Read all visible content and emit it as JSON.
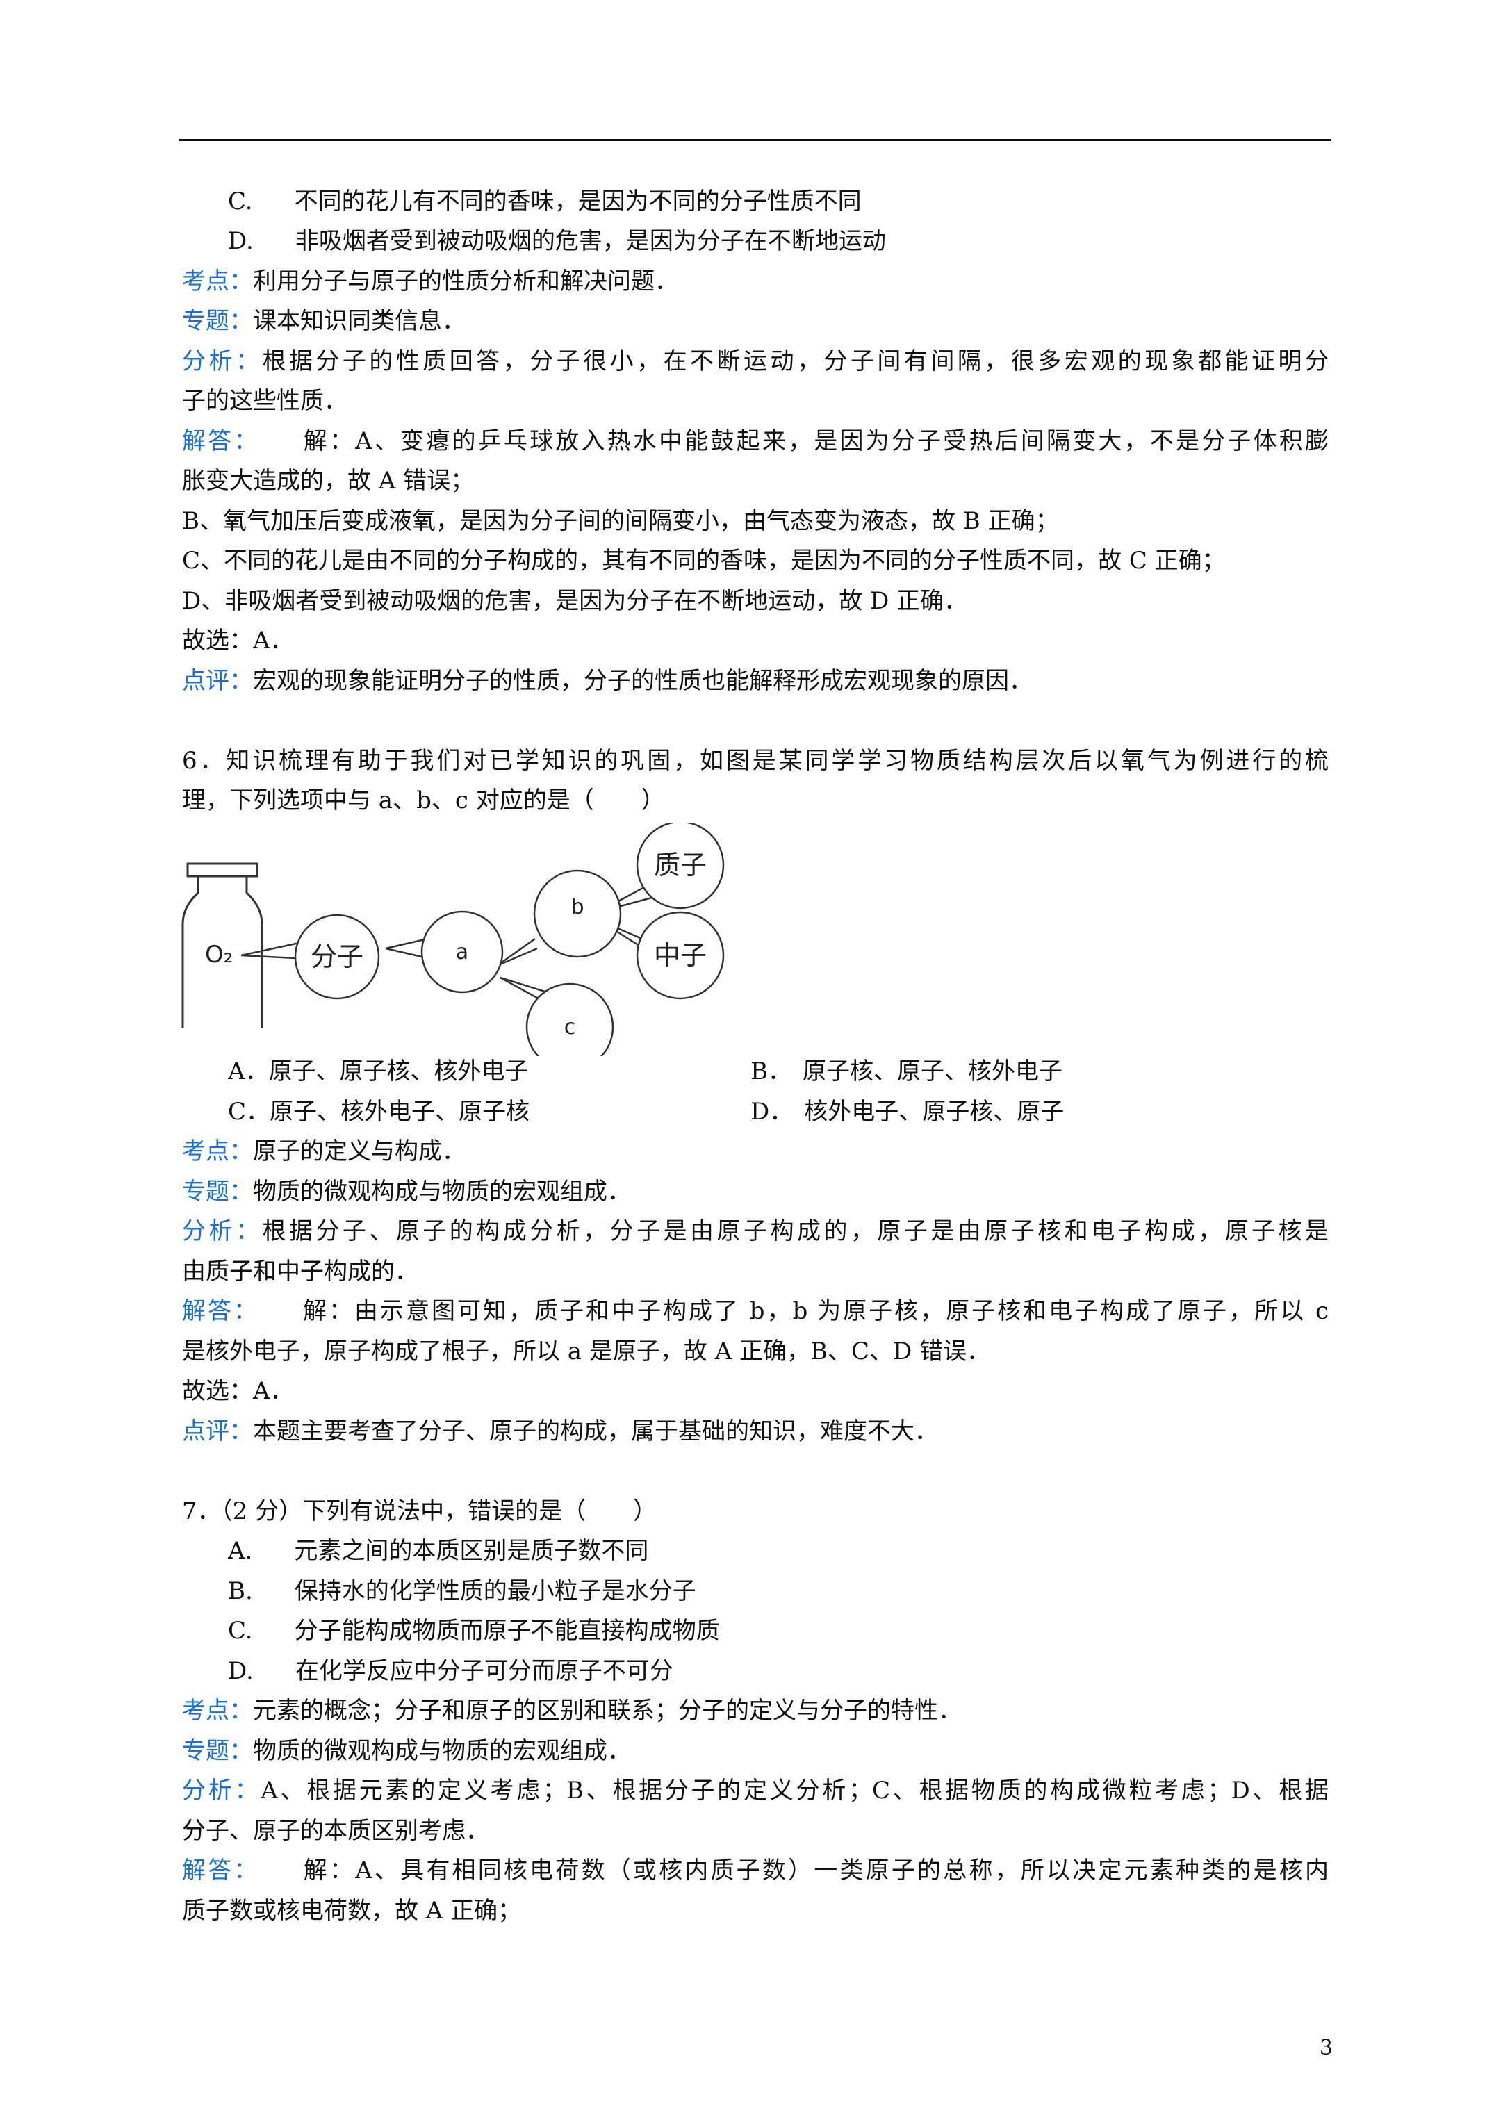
{
  "page_number": "3",
  "q5_tail": {
    "options": [
      {
        "letter": "C.",
        "text": "不同的花儿有不同的香味，是因为不同的分子性质不同"
      },
      {
        "letter": "D.",
        "text": "非吸烟者受到被动吸烟的危害，是因为分子在不断地运动"
      }
    ],
    "kaodian_label": "考点：",
    "kaodian": "利用分子与原子的性质分析和解决问题．",
    "zhuanti_label": "专题：",
    "zhuanti": "课本知识同类信息．",
    "fenxi_label": "分析：",
    "fenxi_1": "根据分子的性质回答，分子很小，在不断运动，分子间有间隔，很多宏观的现象都能证明分",
    "fenxi_2": "子的这些性质．",
    "jieda_label": "解答：",
    "jieda_1": "解：A、变瘪的乒乓球放入热水中能鼓起来，是因为分子受热后间隔变大，不是分子体积膨",
    "jieda_2": "胀变大造成的，故 A 错误；",
    "jieda_3": "B、氧气加压后变成液氧，是因为分子间的间隔变小，由气态变为液态，故 B 正确；",
    "jieda_4": " C、不同的花儿是由不同的分子构成的，其有不同的香味，是因为不同的分子性质不同，故 C 正确；",
    "jieda_5": "D、非吸烟者受到被动吸烟的危害，是因为分子在不断地运动，故 D 正确．",
    "guxuan": "故选：A．",
    "dianping_label": "点评：",
    "dianping": "宏观的现象能证明分子的性质，分子的性质也能解释形成宏观现象的原因．"
  },
  "q6": {
    "stem_1": "6．知识梳理有助于我们对已学知识的巩固，如图是某同学学习物质结构层次后以氧气为例进行的梳",
    "stem_2": "理，下列选项中与 a、b、c 对应的是（　　）",
    "diagram": {
      "bottle_label": "O₂",
      "molecule": "分子",
      "a": "a",
      "b": "b",
      "c": "c",
      "proton": "质子",
      "neutron": "中子"
    },
    "options": [
      {
        "letter": "A．",
        "text": "原子、原子核、核外电子"
      },
      {
        "letter": "B．",
        "text": "原子核、原子、核外电子"
      },
      {
        "letter": "C．",
        "text": "原子、核外电子、原子核"
      },
      {
        "letter": "D．",
        "text": "核外电子、原子核、原子"
      }
    ],
    "kaodian_label": "考点：",
    "kaodian": "原子的定义与构成．",
    "zhuanti_label": "专题：",
    "zhuanti": "物质的微观构成与物质的宏观组成．",
    "fenxi_label": "分析：",
    "fenxi_1": "根据分子、原子的构成分析，分子是由原子构成的，原子是由原子核和电子构成，原子核是",
    "fenxi_2": "由质子和中子构成的．",
    "jieda_label": "解答：",
    "jieda_1": "解：由示意图可知，质子和中子构成了 b，b 为原子核，原子核和电子构成了原子，所以 c",
    "jieda_2": "是核外电子，原子构成了根子，所以 a 是原子，故 A 正确，B、C、D 错误．",
    "guxuan": "故选：A．",
    "dianping_label": "点评：",
    "dianping": "本题主要考查了分子、原子的构成，属于基础的知识，难度不大．"
  },
  "q7": {
    "stem": "7．（2 分）下列有说法中，错误的是（　　）",
    "options": [
      {
        "letter": "A.",
        "text": "元素之间的本质区别是质子数不同"
      },
      {
        "letter": "B.",
        "text": "保持水的化学性质的最小粒子是水分子"
      },
      {
        "letter": "C.",
        "text": "分子能构成物质而原子不能直接构成物质"
      },
      {
        "letter": "D.",
        "text": "在化学反应中分子可分而原子不可分"
      }
    ],
    "kaodian_label": "考点：",
    "kaodian": "元素的概念；分子和原子的区别和联系；分子的定义与分子的特性．",
    "zhuanti_label": "专题：",
    "zhuanti": "物质的微观构成与物质的宏观组成．",
    "fenxi_label": "分析：",
    "fenxi_1": "A、根据元素的定义考虑；B、根据分子的定义分析；C、根据物质的构成微粒考虑；D、根据",
    "fenxi_2": "分子、原子的本质区别考虑．",
    "jieda_label": "解答：",
    "jieda_1": "解：A、具有相同核电荷数（或核内质子数）一类原子的总称，所以决定元素种类的是核内",
    "jieda_2": "质子数或核电荷数，故 A 正确；"
  }
}
